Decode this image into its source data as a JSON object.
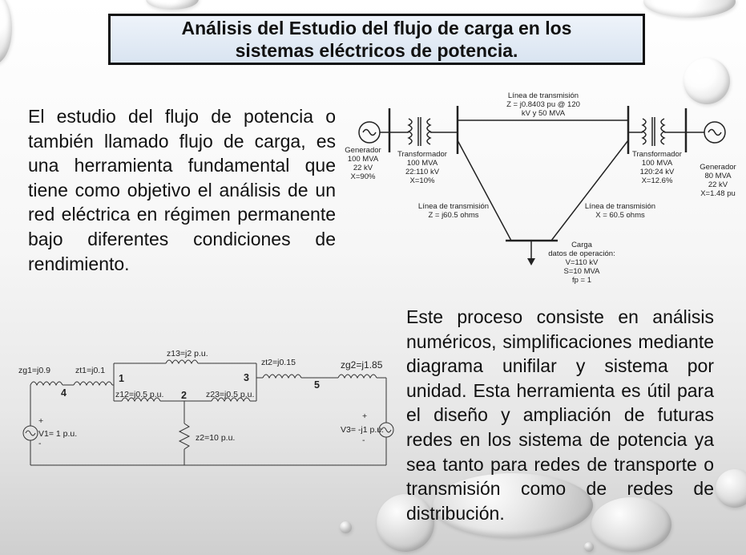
{
  "title": {
    "line1": "Análisis del Estudio del flujo de carga en los",
    "line2": "sistemas eléctricos de potencia."
  },
  "paragraph1": "El estudio del flujo de potencia o también llamado flujo de carga, es una herramienta fundamental que tiene como objetivo el análisis de un red eléctrica en régimen permanente bajo diferentes condiciones de rendimiento.",
  "paragraph2": "Este proceso consiste en análisis numéricos, simplificaciones mediante diagrama unifilar y sistema por unidad. Esta herramienta es útil para el diseño y ampliación de futuras redes en los sistema de potencia ya sea tanto para redes de transporte o transmisión como de redes de distribución.",
  "one_line_diagram": {
    "line_top": [
      "Línea de transmisión",
      "Z = j0.8403 pu @ 120",
      "kV y 50 MVA"
    ],
    "gen_left": [
      "Generador",
      "100 MVA",
      "22 kV",
      "X=90%"
    ],
    "tr_left": [
      "Transformador",
      "100 MVA",
      "22:110 kV",
      "X=10%"
    ],
    "tr_right": [
      "Transformador",
      "100 MVA",
      "120:24 kV",
      "X=12.6%"
    ],
    "gen_right": [
      "Generador",
      "80 MVA",
      "22 kV",
      "X=1.48 pu"
    ],
    "line_left": [
      "Línea de transmisión",
      "Z = j60.5 ohms"
    ],
    "line_right": [
      "Línea de transmisión",
      "X = 60.5 ohms"
    ],
    "load": [
      "Carga",
      "datos de operación:",
      "V=110 kV",
      "S=10 MVA",
      "fp = 1"
    ]
  },
  "impedance_diagram": {
    "zg1": "zg1=j0.9",
    "zt1": "zt1=j0.1",
    "z13": "z13=j2 p.u.",
    "zt2": "zt2=j0.15",
    "zg2": "zg2=j1.85",
    "z12": "z12=j0.5 p.u.",
    "z23": "z23=j0.5 p.u.",
    "z2": "z2=10 p.u.",
    "v1": "V1= 1 p.u.",
    "v3": "V3= -j1 p.u.",
    "node1": "1",
    "node2": "2",
    "node3": "3",
    "node4": "4",
    "node5": "5",
    "plus": "+",
    "minus": "-"
  }
}
